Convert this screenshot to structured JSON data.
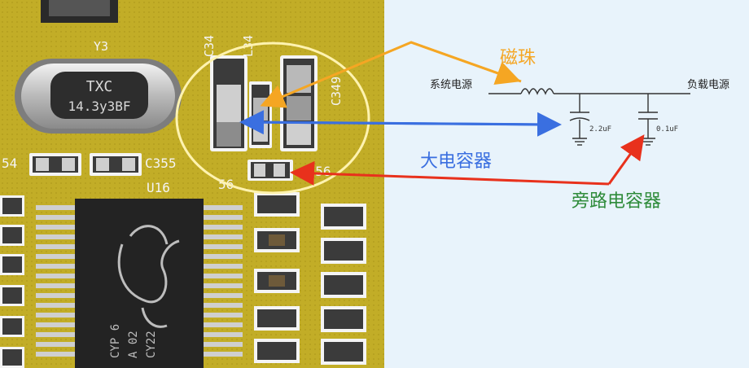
{
  "photo": {
    "silkscreen": {
      "crystal_ref": "Y3",
      "crystal_brand": "TXC",
      "crystal_value": "14.3y3BF",
      "c34x": "C34",
      "l34": "L34",
      "c349": "C349",
      "c355": "C355",
      "u16": "U16",
      "c356": "C356",
      "n54": "54",
      "n56": "56",
      "chip_line1": "CY22",
      "chip_line2": "A 02",
      "chip_line3": "CYP 6"
    }
  },
  "schematic": {
    "source_label": "系统电源",
    "load_label": "负载电源",
    "cap_large_value": "2.2uF",
    "cap_small_value": "0.1uF"
  },
  "annotations": {
    "ferrite_bead": "磁珠",
    "bulk_capacitor": "大电容器",
    "bypass_capacitor": "旁路电容器"
  },
  "colors": {
    "ferrite_bead": "#f5a623",
    "bulk_capacitor": "#3a6fe0",
    "bypass_capacitor": "#e8311c",
    "bypass_label": "#2e8b3a",
    "highlight_ellipse": "#fff3b0",
    "pcb": "#c7b32a"
  }
}
